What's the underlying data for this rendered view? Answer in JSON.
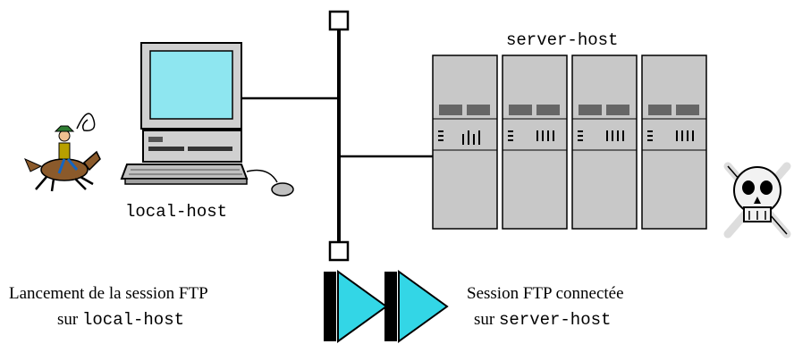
{
  "diagram": {
    "server_label": "server-host",
    "local_label": "local-host",
    "caption_left": {
      "line1": "Lancement de la session  FTP",
      "line2_prefix": "sur ",
      "line2_host": "local-host"
    },
    "caption_right": {
      "line1": "Session FTP connectée",
      "line2_prefix": "sur ",
      "line2_host": "server-host"
    }
  },
  "colors": {
    "screen": "#8ee6f0",
    "cabinet": "#c8c8c8",
    "arrow": "#33d6e6",
    "line": "#000000"
  },
  "icons": [
    "cowboy-rider-icon",
    "skull-crossbones-icon",
    "desktop-computer-icon",
    "server-rack-icon",
    "play-arrows-icon"
  ]
}
